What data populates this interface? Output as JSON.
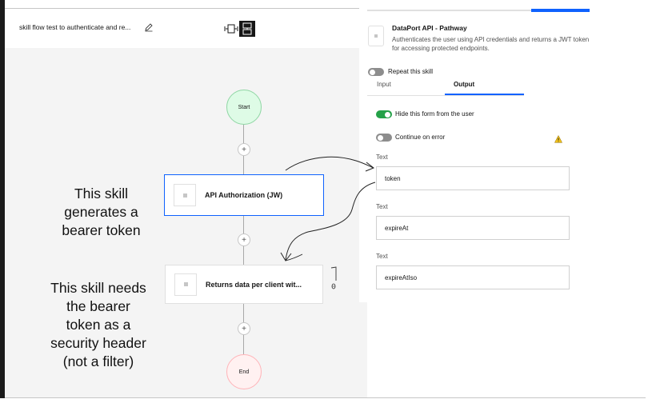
{
  "header": {
    "flow_title": "skill flow test to authenticate and re...",
    "edit_icon": "pencil-icon",
    "view_toggle_icons": [
      "flow-view-icon",
      "builder-view-icon"
    ]
  },
  "flow": {
    "start_label": "Start",
    "end_label": "End",
    "add_step_label": "+",
    "skills": [
      {
        "label": "API Authorization (JW)",
        "selected": true
      },
      {
        "label": "Returns data per client wit...",
        "selected": false
      }
    ]
  },
  "annotations": {
    "note1_lines": [
      "This skill",
      "generates a",
      "bearer token"
    ],
    "note2_lines": [
      "This skill needs",
      "the bearer",
      "token as a",
      "security header",
      "(not a filter)"
    ],
    "side_mark": "⌉\nθ"
  },
  "panel": {
    "title": "DataPort API - Pathway",
    "description": "Authenticates the user using API credentials and returns a JWT token for accessing protected endpoints.",
    "repeat_label": "Repeat this skill",
    "repeat_on": false,
    "tabs": {
      "input": "Input",
      "output": "Output",
      "active": "output"
    },
    "hide_form_label": "Hide this form from the user",
    "hide_form_on": true,
    "continue_error_label": "Continue on error",
    "continue_error_on": false,
    "warning_icon": "warning-triangle-icon",
    "outputs": [
      {
        "label": "Text",
        "value": "token"
      },
      {
        "label": "Text",
        "value": "expireAt"
      },
      {
        "label": "Text",
        "value": "expireAtIso"
      }
    ]
  },
  "colors": {
    "accent": "#0f62fe",
    "toggle_on": "#24a148",
    "start_fill": "#defbe6",
    "end_fill": "#fff1f1",
    "warning": "#f1c21b"
  }
}
